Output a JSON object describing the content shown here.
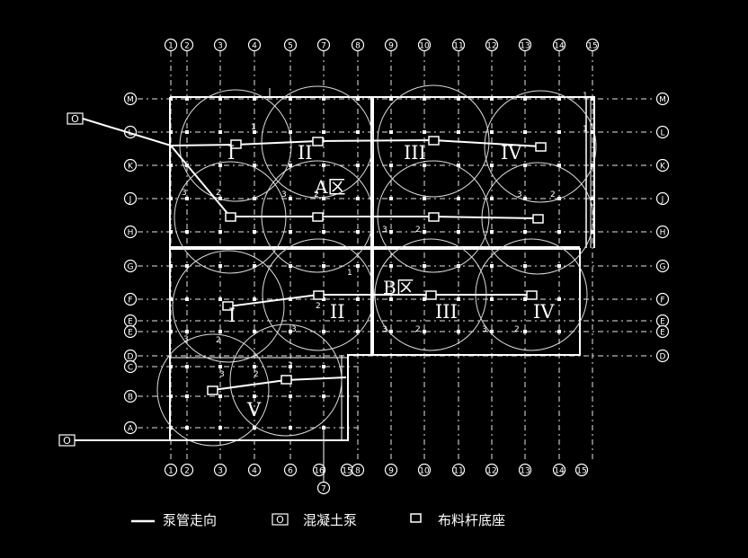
{
  "colors": {
    "background": "#000000",
    "lines": "#ffffff",
    "grid_dash": "#e6e6e6"
  },
  "col_labels_top": [
    "1",
    "2",
    "3",
    "4",
    "5",
    "7",
    "8",
    "9",
    "10",
    "11",
    "12",
    "13",
    "14",
    "15"
  ],
  "col_labels_bottom": [
    "1",
    "2",
    "3",
    "4",
    "6",
    "16",
    "15",
    "8",
    "9",
    "10",
    "11",
    "12",
    "13",
    "14",
    "15"
  ],
  "col_label_extra": "7",
  "row_labels": [
    "M",
    "L",
    "K",
    "J",
    "H",
    "G",
    "F",
    "E",
    "E",
    "D",
    "C",
    "B",
    "A"
  ],
  "row_labels_right": [
    "M",
    "L",
    "K",
    "J",
    "H",
    "G",
    "F",
    "E",
    "E",
    "D"
  ],
  "zones": {
    "a": "A区",
    "b": "B区"
  },
  "sections": [
    "I",
    "II",
    "III",
    "IV",
    "I",
    "II",
    "III",
    "IV",
    "V"
  ],
  "markers": [
    "1",
    "2",
    "3"
  ],
  "pump_symbol": "O",
  "legend": {
    "pipe": "泵管走向",
    "pump": "混凝土泵",
    "boom": "布料杆底座"
  }
}
